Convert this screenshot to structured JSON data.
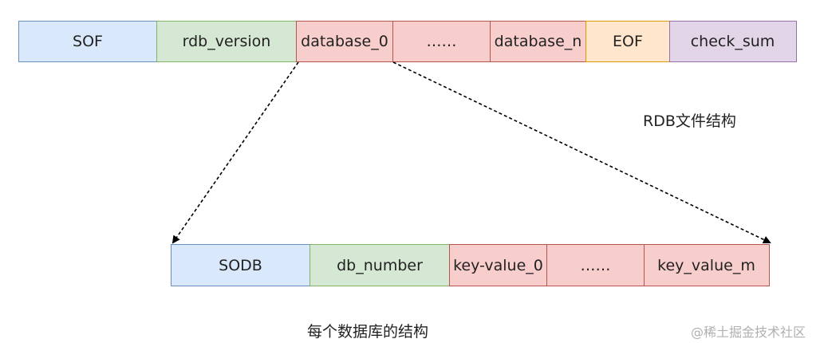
{
  "rdb_structure": {
    "cells": [
      {
        "label": "SOF",
        "color": "#dae8fc"
      },
      {
        "label": "rdb_version",
        "color": "#d5e8d4"
      },
      {
        "label": "database_0",
        "color": "#f8cecc"
      },
      {
        "label": "……",
        "color": "#f8cecc"
      },
      {
        "label": "database_n",
        "color": "#f8cecc"
      },
      {
        "label": "EOF",
        "color": "#ffe6cc"
      },
      {
        "label": "check_sum",
        "color": "#e1d5e7"
      }
    ],
    "caption": "RDB文件结构"
  },
  "database_structure": {
    "cells": [
      {
        "label": "SODB",
        "color": "#dae8fc"
      },
      {
        "label": "db_number",
        "color": "#d5e8d4"
      },
      {
        "label": "key-value_0",
        "color": "#f8cecc"
      },
      {
        "label": "……",
        "color": "#f8cecc"
      },
      {
        "label": "key_value_m",
        "color": "#f8cecc"
      }
    ],
    "caption": "每个数据库的结构"
  },
  "watermark": "@稀土掘金技术社区"
}
